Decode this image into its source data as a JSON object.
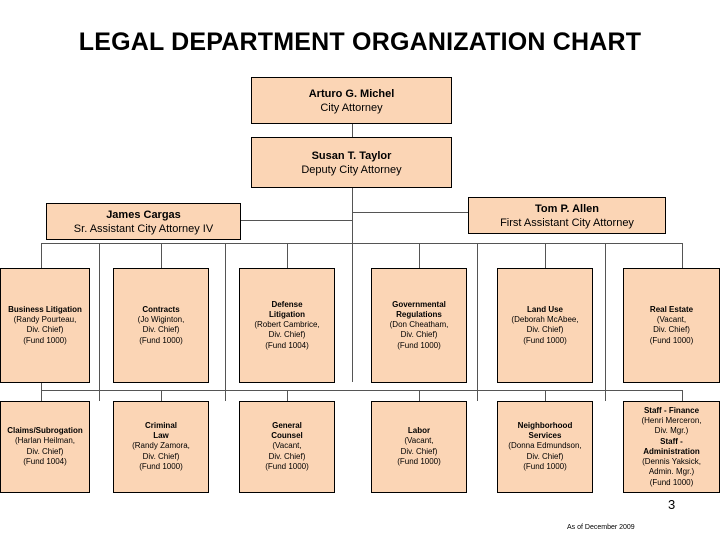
{
  "title": "LEGAL DEPARTMENT ORGANIZATION CHART",
  "leaders": {
    "city_attorney": {
      "name": "Arturo G. Michel",
      "role": "City Attorney"
    },
    "deputy": {
      "name": "Susan T. Taylor",
      "role": "Deputy City Attorney"
    },
    "sr_assistant": {
      "name": "James Cargas",
      "role": "Sr. Assistant City Attorney IV"
    },
    "first_assistant": {
      "name": "Tom P. Allen",
      "role": "First Assistant City Attorney"
    }
  },
  "row1": [
    {
      "name": "Business Litigation",
      "details": [
        "(Randy Pourteau,",
        "Div. Chief)",
        "(Fund 1000)"
      ]
    },
    {
      "name": "Contracts",
      "details": [
        "(Jo Wiginton,",
        "Div. Chief)",
        "(Fund 1000)"
      ]
    },
    {
      "name": "Defense\nLitigation",
      "details": [
        "(Robert Cambrice,",
        "Div. Chief)",
        "(Fund 1004)"
      ]
    },
    {
      "name": "Governmental\nRegulations",
      "details": [
        "(Don Cheatham,",
        "Div. Chief)",
        "(Fund 1000)"
      ]
    },
    {
      "name": "Land Use",
      "details": [
        "(Deborah McAbee,",
        "Div. Chief)",
        "(Fund 1000)"
      ]
    },
    {
      "name": "Real Estate",
      "details": [
        "(Vacant,",
        "Div. Chief)",
        "(Fund 1000)"
      ]
    }
  ],
  "row2": [
    {
      "name": "Claims/Subrogation",
      "details": [
        "(Harlan Heilman,",
        "Div. Chief)",
        "(Fund 1004)"
      ]
    },
    {
      "name": "Criminal\nLaw",
      "details": [
        "(Randy Zamora,",
        "Div. Chief)",
        "(Fund 1000)"
      ]
    },
    {
      "name": "General\nCounsel",
      "details": [
        "(Vacant,",
        "Div. Chief)",
        "(Fund 1000)"
      ]
    },
    {
      "name": "Labor",
      "details": [
        "(Vacant,",
        "Div. Chief)",
        "(Fund 1000)"
      ]
    },
    {
      "name": "Neighborhood\nServices",
      "details": [
        "(Donna Edmundson,",
        "Div. Chief)",
        "(Fund 1000)"
      ]
    },
    {
      "name": "Staff - Finance",
      "details": [
        "(Henri Merceron,",
        "Div. Mgr.)"
      ],
      "name2": "Staff -\nAdministration",
      "details2": [
        "(Dennis Yaksick,",
        "Admin. Mgr.)",
        "(Fund 1000)"
      ]
    }
  ],
  "page_number": "3",
  "as_of": "As of December 2009"
}
